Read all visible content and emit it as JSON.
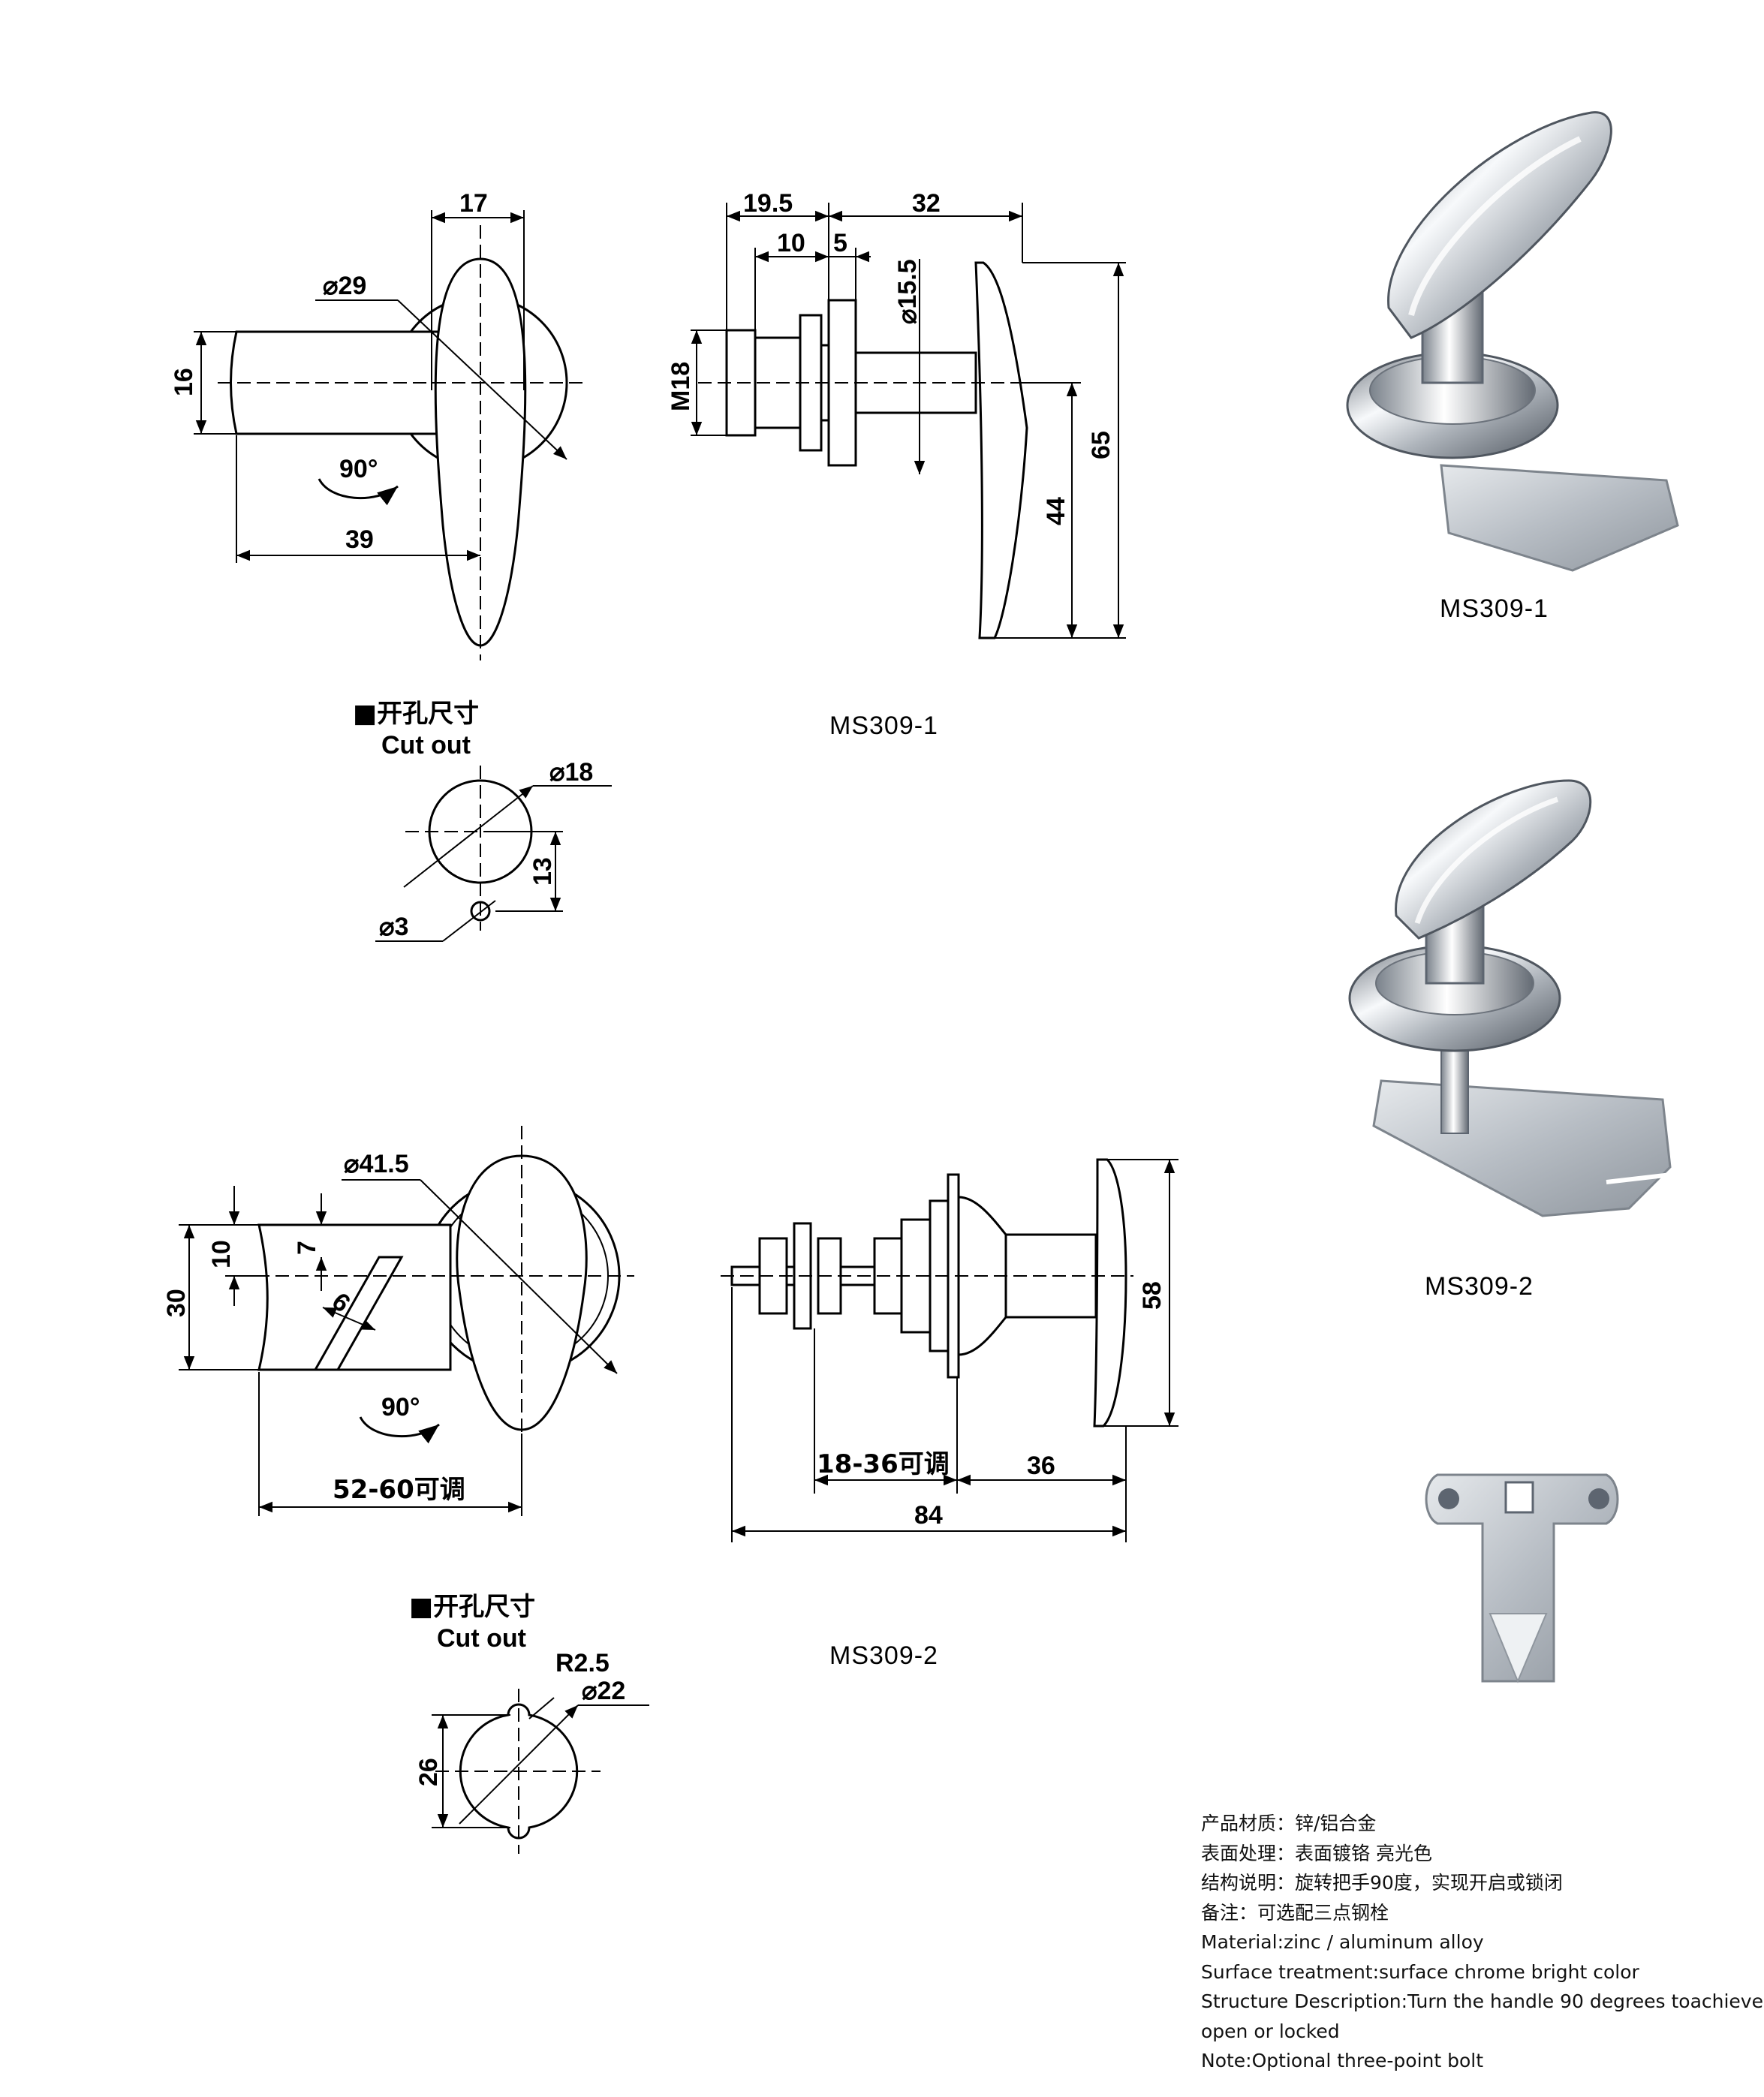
{
  "top": {
    "model_label": "MS309-1",
    "photo_label": "MS309-1",
    "front_dims": {
      "width": "17",
      "diameter": "⌀29",
      "height": "16",
      "length": "39",
      "rotation": "90°"
    },
    "side_dims": {
      "len_a": "19.5",
      "len_b": "32",
      "len_c": "10",
      "len_d": "5",
      "shaft_dia": "⌀15.5",
      "thread": "M18",
      "h_mid": "44",
      "h_total": "65"
    },
    "cutout": {
      "title_cn": "■开孔尺寸",
      "title_en": "Cut out",
      "hole_dia": "⌀18",
      "offset": "13",
      "pin_dia": "⌀3"
    }
  },
  "bottom": {
    "model_label": "MS309-2",
    "photo_label": "MS309-2",
    "front_dims": {
      "diameter": "⌀41.5",
      "height_a": "30",
      "height_b": "10",
      "gap": "7",
      "slot": "6",
      "rotation": "90°",
      "length": "52-60可调"
    },
    "side_dims": {
      "adjust": "18-36可调",
      "len_a": "36",
      "len_total": "84",
      "height": "58"
    },
    "cutout": {
      "title_cn": "■开孔尺寸",
      "title_en": "Cut out",
      "radius": "R2.5",
      "hole_dia": "⌀22",
      "height": "26"
    }
  },
  "specs": [
    "产品材质：锌/铝合金",
    "表面处理：表面镀铬 亮光色",
    "结构说明：旋转把手90度，实现开启或锁闭",
    "备注：可选配三点钢栓",
    "Material:zinc / aluminum alloy",
    "Surface treatment:surface chrome bright color",
    "Structure Description:Turn the handle 90 degrees toachieve",
    "open or locked",
    "Note:Optional three-point bolt"
  ],
  "colors": {
    "line": "#000000",
    "chrome_light": "#f4f6f8",
    "chrome_mid": "#b9bfc6",
    "chrome_dark": "#5d6570",
    "steel": "#c9ced4"
  }
}
